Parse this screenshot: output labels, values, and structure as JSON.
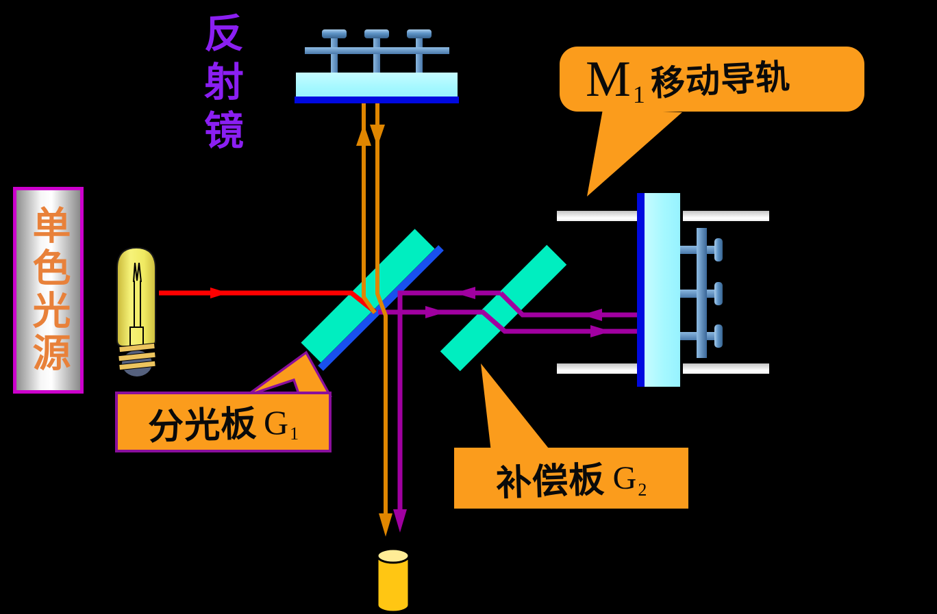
{
  "labels": {
    "reflector": "反射镜",
    "source": "单色光源",
    "m1": {
      "symbol": "M",
      "sub": "1",
      "text": "移动导轨"
    },
    "g1": {
      "text": "分光板",
      "symbol": "G",
      "sub": "1"
    },
    "g2": {
      "text": "补偿板",
      "symbol": "G",
      "sub": "2"
    }
  },
  "colors": {
    "background": "#000000",
    "beam_red": "#FF0000",
    "beam_orange": "#E08600",
    "beam_purple": "#A000A0",
    "plate_turquoise": "#00EEC0",
    "plate_edge_blue": "#1950EE",
    "mirror_face": "#A5F8FF",
    "mirror_back_blue": "#0009E0",
    "callout_orange": "#FB9C1C",
    "callout_border": "#8A0F9C",
    "label_purple": "#8B1FF2",
    "label_orange": "#E8813A",
    "source_border": "#CC00CC",
    "steel_blue": "#5D93C6",
    "bulb_yellow": "#F0E960",
    "bulb_base_slate": "#55617E",
    "band_tan": "#ECC45E",
    "detector_yellow": "#FFC613",
    "detector_top": "#FFEC96"
  }
}
